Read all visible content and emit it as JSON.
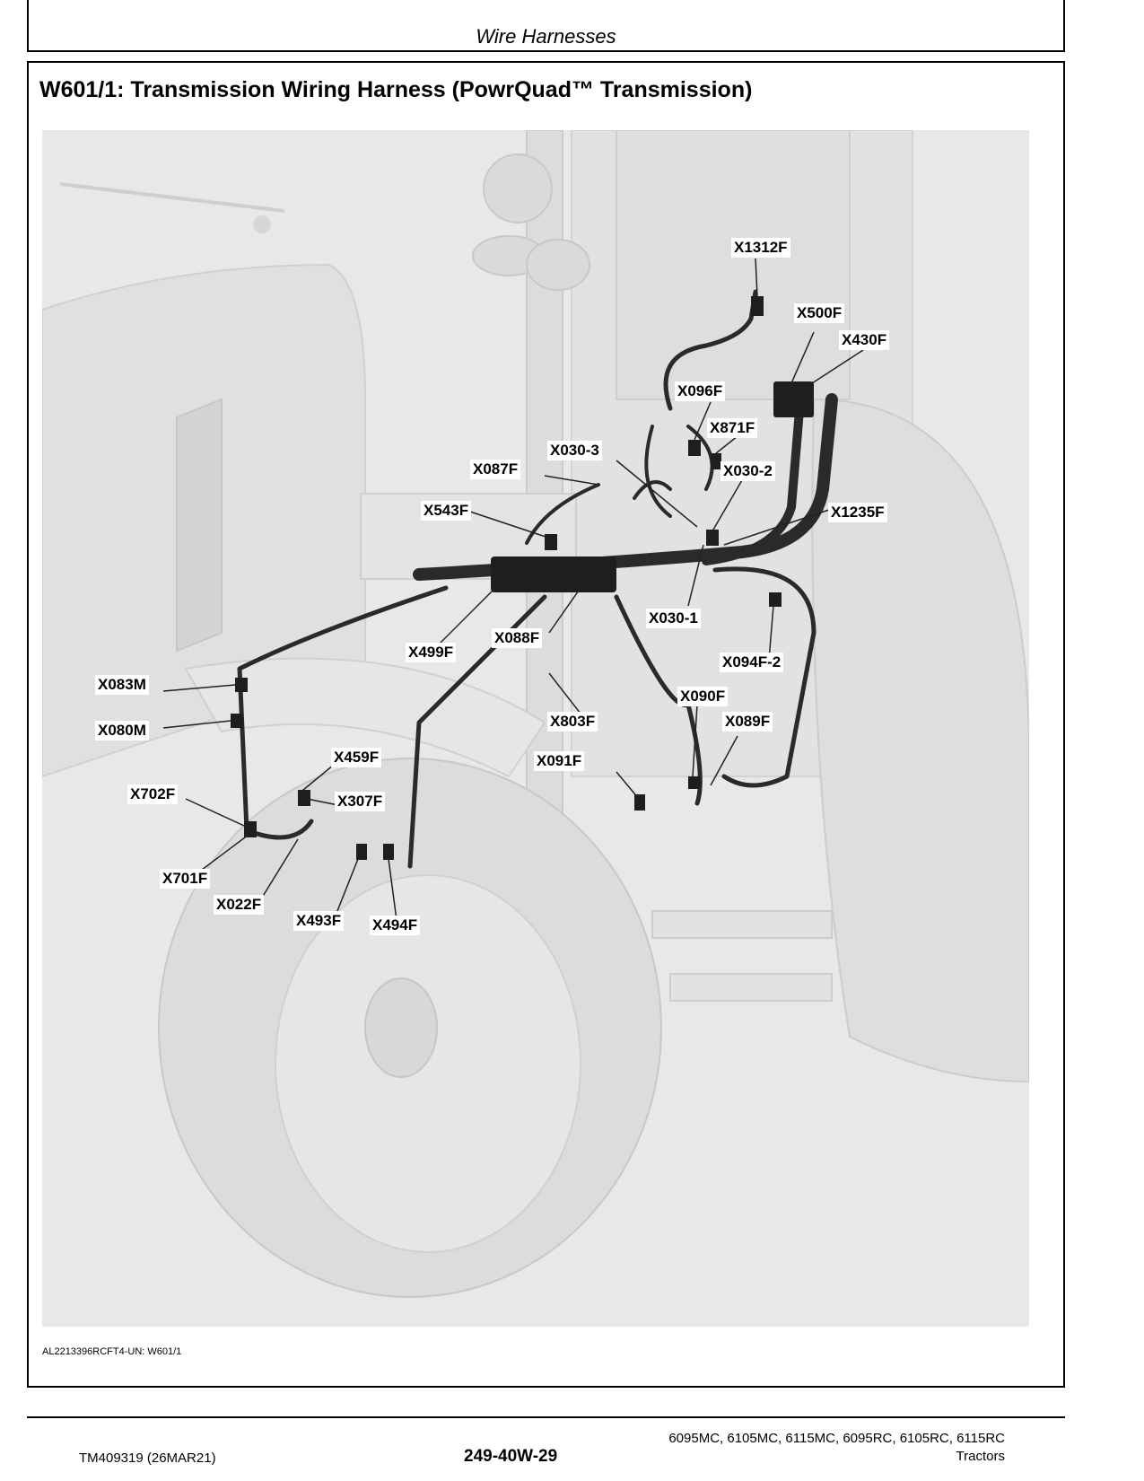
{
  "header": {
    "section": "Wire Harnesses"
  },
  "title": "W601/1: Transmission Wiring Harness (PowrQuad™ Transmission)",
  "figure": {
    "id": "AL2213396RCFT4-UN: W601/1",
    "callouts": {
      "x1312f": "X1312F",
      "x500f": "X500F",
      "x430f": "X430F",
      "x096f": "X096F",
      "x871f": "X871F",
      "x030_3": "X030-3",
      "x087f": "X087F",
      "x030_2": "X030-2",
      "x543f": "X543F",
      "x1235f": "X1235F",
      "x030_1": "X030-1",
      "x088f": "X088F",
      "x499f": "X499F",
      "x094f_2": "X094F-2",
      "x083m": "X083M",
      "x090f": "X090F",
      "x080m": "X080M",
      "x803f": "X803F",
      "x089f": "X089F",
      "x459f": "X459F",
      "x091f": "X091F",
      "x702f": "X702F",
      "x307f": "X307F",
      "x701f": "X701F",
      "x022f": "X022F",
      "x493f": "X493F",
      "x494f": "X494F"
    }
  },
  "footer": {
    "doc": "TM409319 (26MAR21)",
    "page": "249-40W-29",
    "models": "6095MC, 6105MC, 6115MC, 6095RC, 6105RC, 6115RC",
    "product": "Tractors"
  }
}
